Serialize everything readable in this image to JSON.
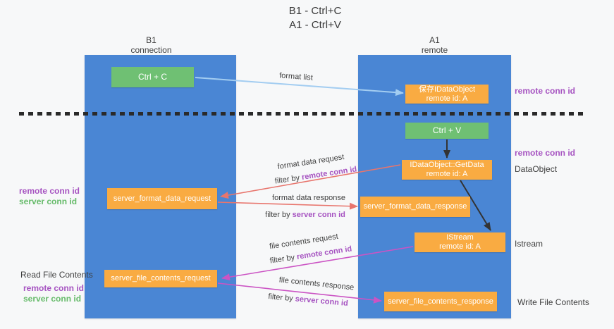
{
  "colors": {
    "background": "#f7f8f9",
    "lane_blue": "#4a86d4",
    "box_orange": "#f9ab42",
    "box_green": "#6fc073",
    "label_purple": "#a653c1",
    "label_green": "#66bb6a",
    "arrow_blue": "#a3cdf1",
    "arrow_red": "#e8756d",
    "arrow_magenta": "#cb54c4",
    "arrow_black": "#333333",
    "separator_black": "#2a2a2a",
    "text_dark": "#3f3f3f"
  },
  "title": {
    "line1": "B1 - Ctrl+C",
    "line2": "A1 - Ctrl+V"
  },
  "lanes": {
    "left": {
      "name": "B1",
      "subtitle": "connection"
    },
    "right": {
      "name": "A1",
      "subtitle": "remote"
    }
  },
  "nodes": {
    "ctrl_c": {
      "label": "Ctrl + C"
    },
    "ctrl_v": {
      "label": "Ctrl + V"
    },
    "save_dataobject": {
      "line1": "保存IDataObject",
      "line2": "remote id: A"
    },
    "getdata": {
      "line1": "IDataObject::GetData",
      "line2": "remote id: A"
    },
    "istream": {
      "line1": "IStream",
      "line2": "remote id: A"
    },
    "format_request": {
      "label": "server_format_data_request"
    },
    "format_response": {
      "label": "server_format_data_response"
    },
    "file_request": {
      "label": "server_file_contents_request"
    },
    "file_response": {
      "label": "server_file_contents_response"
    }
  },
  "arrow_labels": {
    "format_list": "format list",
    "format_data_request": {
      "title": "format data request",
      "filter_prefix": "filter by",
      "filter_key": "remote conn id"
    },
    "format_data_response": {
      "title": "format data response",
      "filter_prefix": "filter by",
      "filter_key": "server conn id"
    },
    "file_contents_request": {
      "title": "file contents request",
      "filter_prefix": "filter by",
      "filter_key": "remote conn id"
    },
    "file_contents_response": {
      "title": "file contents response",
      "filter_prefix": "filter by",
      "filter_key": "server conn id"
    }
  },
  "side_labels": {
    "right_remote_conn_id_1": "remote conn id",
    "right_remote_conn_id_2": "remote conn id",
    "right_dataobject": "DataObject",
    "right_istream": "Istream",
    "right_write_file_contents": "Write File Contents",
    "left_remote_conn_id_1": "remote conn id",
    "left_server_conn_id_1": "server conn id",
    "left_read_file_contents": "Read File Contents",
    "left_remote_conn_id_2": "remote conn id",
    "left_server_conn_id_2": "server conn id"
  }
}
